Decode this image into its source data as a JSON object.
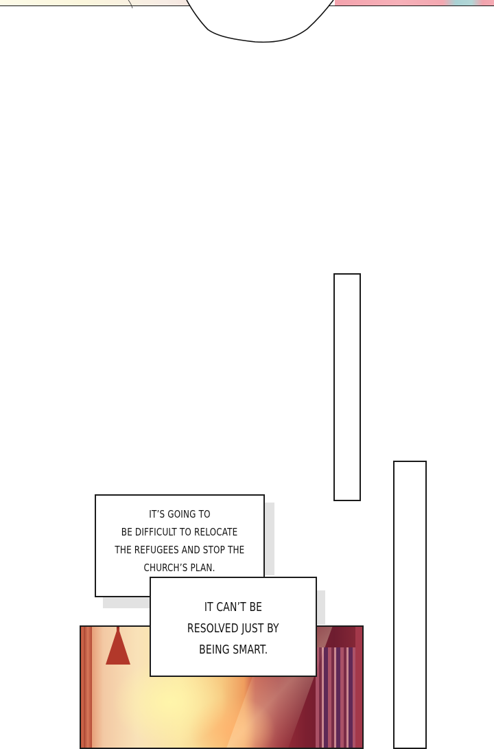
{
  "page": {
    "type": "webtoon-comic-page",
    "background": "#ffffff"
  },
  "top_panel": {
    "left_tint": "#fbf6dc",
    "right_tint": "#f4a3ad",
    "accent_tint": "#a9d2d4",
    "border_color": "#111111"
  },
  "narration": [
    {
      "lines": [
        "IT’S GOING TO",
        "BE DIFFICULT TO RELOCATE",
        "THE REFUGEES AND STOP THE",
        "CHURCH’S PLAN."
      ]
    },
    {
      "lines": [
        "IT CAN’T BE",
        "RESOLVED JUST BY",
        "BEING SMART."
      ]
    }
  ],
  "art_panel": {
    "scene": "sunlit room with hanging red lamp, window light and bookshelf",
    "colors": {
      "light": "#fbe6a4",
      "warm": "#ef9d5e",
      "dark_red": "#7c1f30",
      "lamp": "#b2382a"
    }
  }
}
